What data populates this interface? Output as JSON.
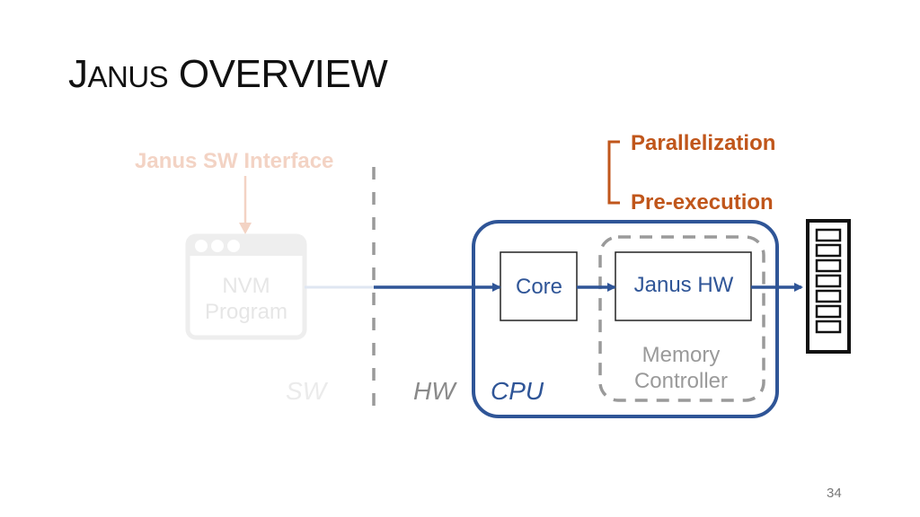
{
  "slide": {
    "title_first_letter": "J",
    "title_rest_smallcaps": "ANUS",
    "title_second_word": " OVERVIEW",
    "page_number": "34"
  },
  "diagram": {
    "sw_interface_label": "Janus SW Interface",
    "bracket_items": [
      "Parallelization",
      "Pre-execution"
    ],
    "program_box": [
      "NVM",
      "Program"
    ],
    "core_label": "Core",
    "janus_hw_label": "Janus HW",
    "memory_controller_label": [
      "Memory",
      "Controller"
    ],
    "sw_side_label": "SW",
    "hw_side_label": "HW",
    "cpu_label": "CPU",
    "icons": [
      "window-icon",
      "memory-module-icon"
    ]
  },
  "colors": {
    "accent_blue": "#2f5597",
    "accent_orange": "#c0561b",
    "faded_orange": "#f3d3c4",
    "dashed_gray": "#8a8a8a"
  }
}
